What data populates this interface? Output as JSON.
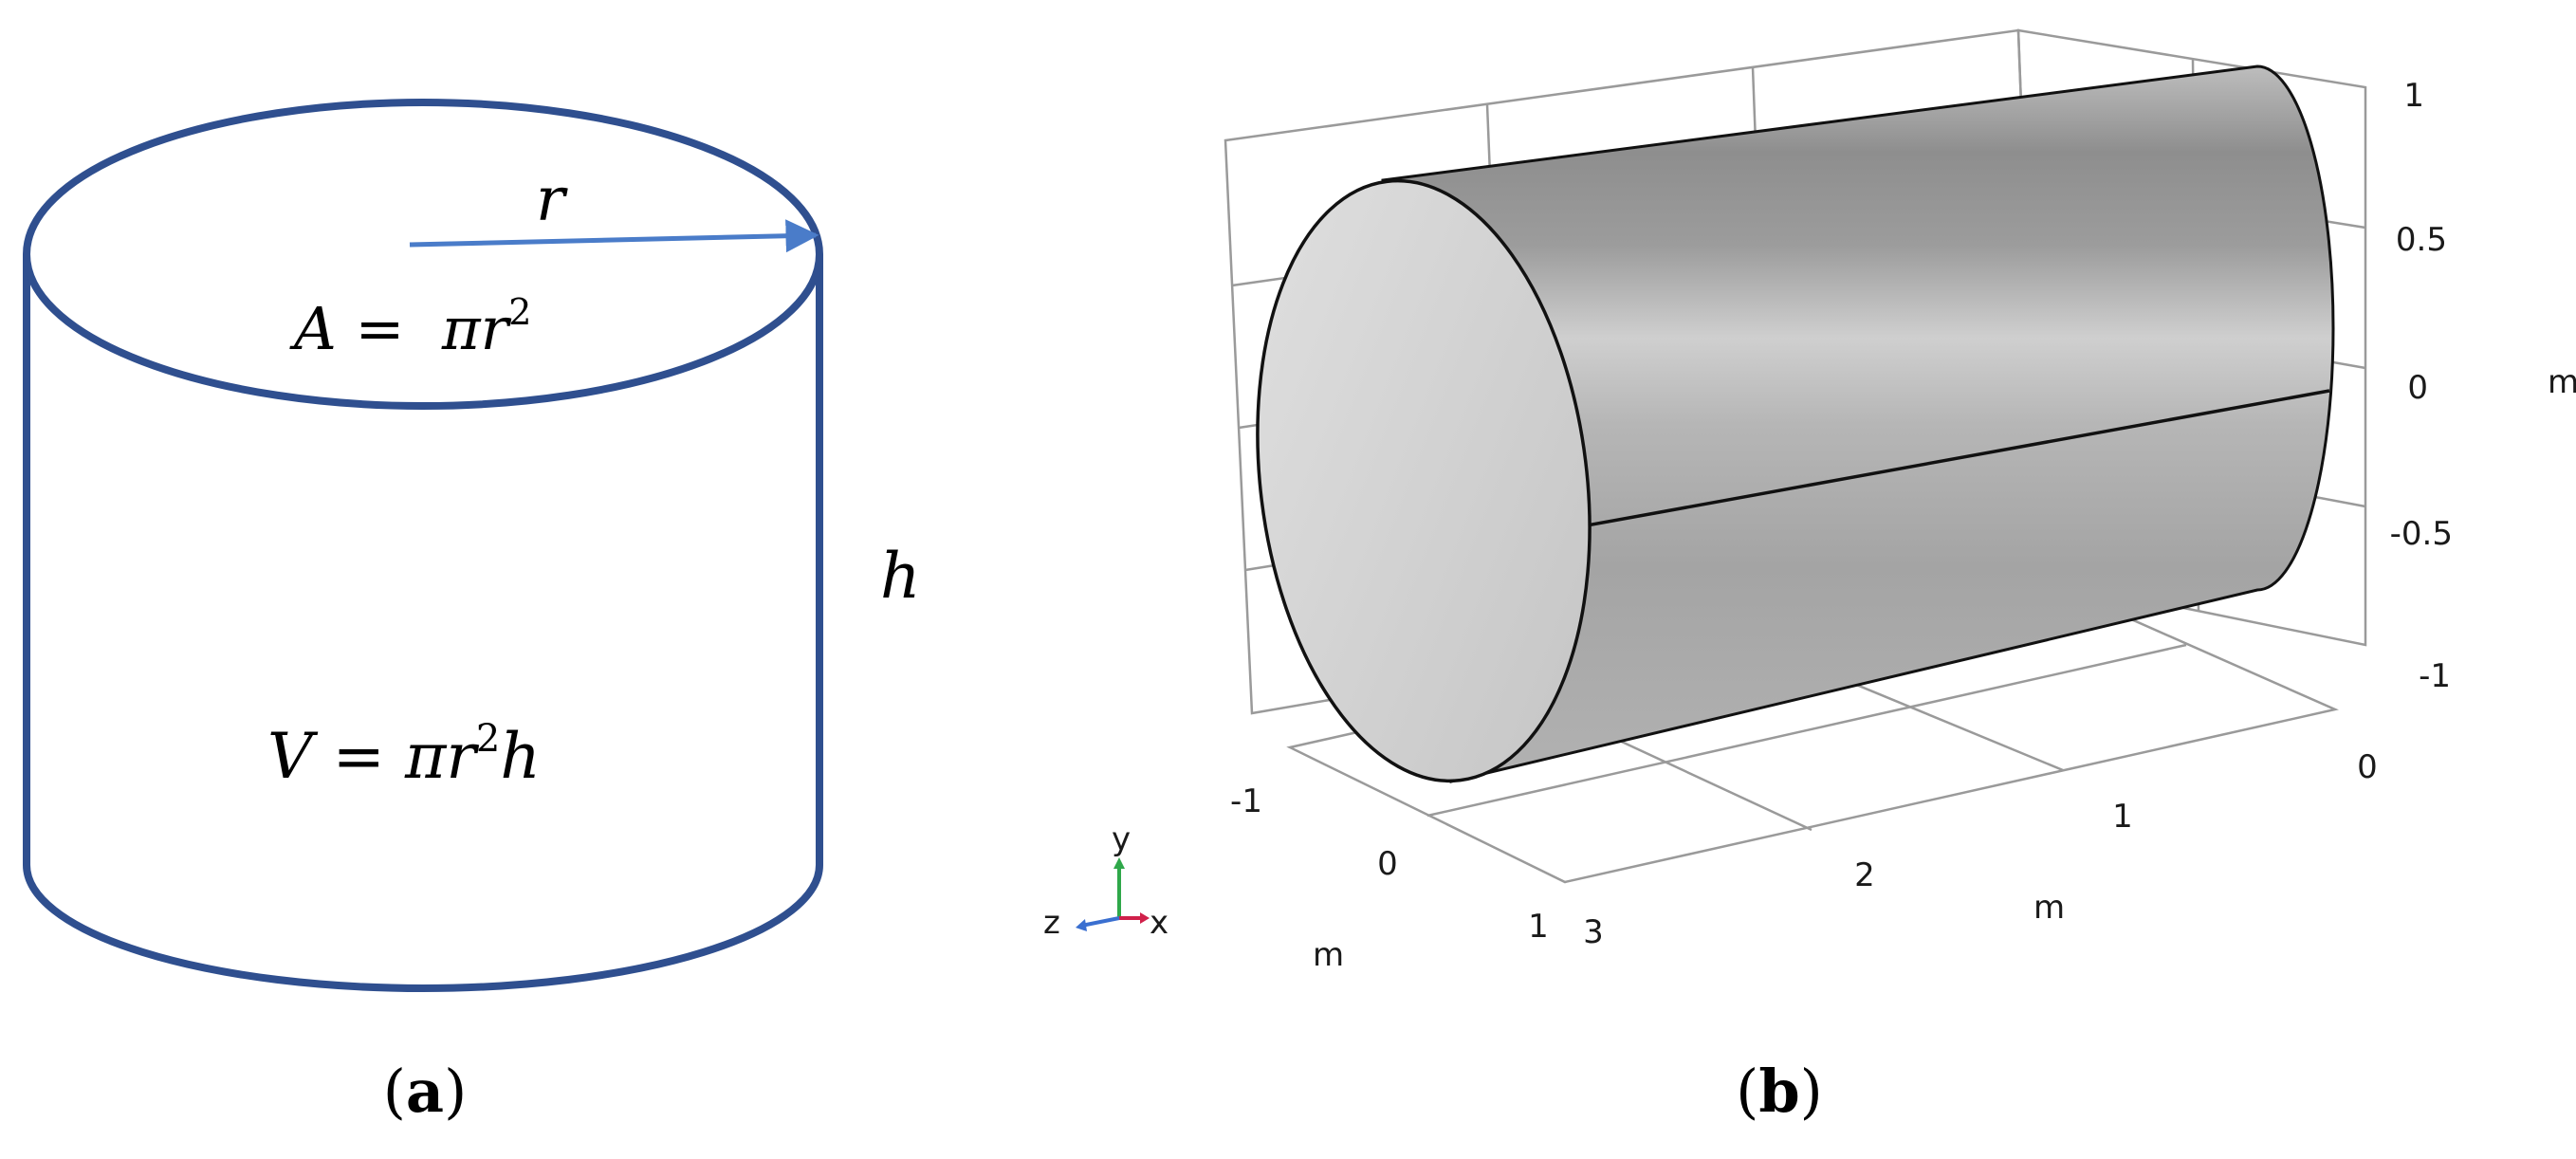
{
  "panel_a": {
    "caption_open": "(",
    "caption_letter": "a",
    "caption_close": ")",
    "radius_label": "r",
    "height_label": "h",
    "area_formula": {
      "lhs": "A",
      "eq": " =  ",
      "pi": "π",
      "r": "r",
      "exp": "2"
    },
    "volume_formula": {
      "lhs": "V",
      "eq": " = ",
      "pi": "π",
      "r": "r",
      "exp": "2",
      "h": "h"
    },
    "colors": {
      "outline": "#2f4f8f",
      "arrow": "#4a7cc9"
    }
  },
  "panel_b": {
    "caption_open": "(",
    "caption_letter": "b",
    "caption_close": ")",
    "vertical_axis": {
      "ticks": [
        "1",
        "0.5",
        "0",
        "-0.5",
        "-1"
      ],
      "unit": "m"
    },
    "depth_axis": {
      "ticks": [
        "-1",
        "0",
        "1"
      ],
      "unit": "m"
    },
    "length_axis": {
      "ticks": [
        "3",
        "2",
        "1",
        "0"
      ],
      "unit": "m"
    },
    "triad": {
      "y": "y",
      "z": "z",
      "x": "x"
    },
    "colors": {
      "triad_x": "#d0204a",
      "triad_y": "#2fa84a",
      "triad_z": "#3a6fd0",
      "grid": "#9a9a9a"
    }
  }
}
